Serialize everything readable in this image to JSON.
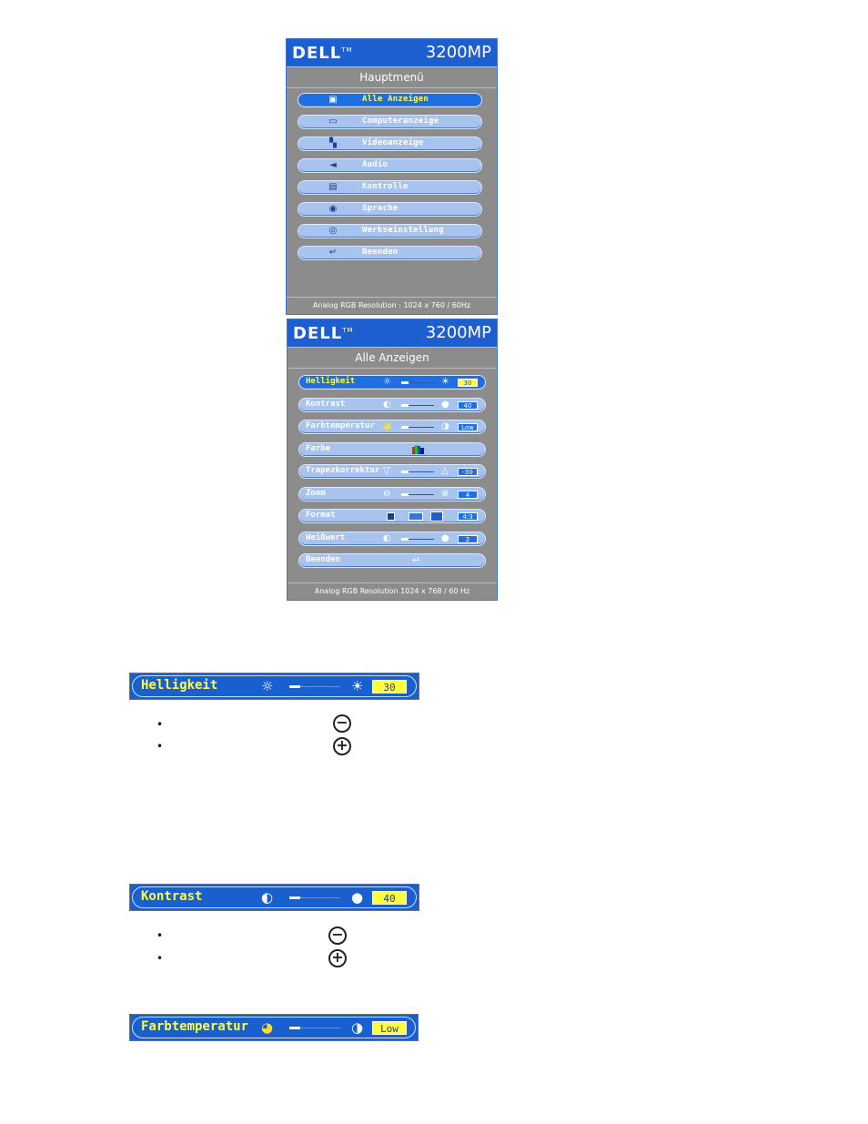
{
  "osd1": {
    "brand": "DELL",
    "brand_tm": "TM",
    "model": "3200MP",
    "title": "Hauptmenü",
    "footer": "Analog RGB Resolution : 1024 x 760 / 60Hz",
    "items": [
      {
        "label": "Alle Anzeigen",
        "icon": "display-icon",
        "glyph": "▣",
        "selected": true
      },
      {
        "label": "Computeranzeige",
        "icon": "computer-icon",
        "glyph": "▭"
      },
      {
        "label": "Videoanzeige",
        "icon": "video-icon",
        "glyph": "▚"
      },
      {
        "label": "Audio",
        "icon": "speaker-icon",
        "glyph": "◄"
      },
      {
        "label": "Kontrolle",
        "icon": "control-icon",
        "glyph": "▤"
      },
      {
        "label": "Sprache",
        "icon": "language-icon",
        "glyph": "◉"
      },
      {
        "label": "Werkseinstellung",
        "icon": "reset-icon",
        "glyph": "◎"
      },
      {
        "label": "Beenden",
        "icon": "exit-icon",
        "glyph": "↵"
      }
    ]
  },
  "osd2": {
    "brand": "DELL",
    "brand_tm": "TM",
    "model": "3200MP",
    "title": "Alle  Anzeigen",
    "footer": "Analog RGB Resolution 1024 x 768 / 60 Hz",
    "rows": [
      {
        "label": "Helligkeit",
        "value": "30",
        "icon_l": "☼",
        "icon_r": "☀",
        "selected": true
      },
      {
        "label": "Kontrast",
        "value": "40",
        "icon_l": "◐",
        "icon_r": "●"
      },
      {
        "label": "Farbtemperatur",
        "value": "Low",
        "icon_l": "◕",
        "icon_r": "◑"
      },
      {
        "label": "Farbe",
        "value": ""
      },
      {
        "label": "Trapezkorrektur",
        "value": "-30",
        "icon_l": "▽",
        "icon_r": "△"
      },
      {
        "label": "Zoom",
        "value": "4",
        "icon_l": "⊖",
        "icon_r": "⊕"
      },
      {
        "label": "Format",
        "value": "4:3"
      },
      {
        "label": "Weißwert",
        "value": "2",
        "icon_l": "◐",
        "icon_r": "●"
      },
      {
        "label": "Beenden",
        "value": ""
      }
    ]
  },
  "bars": [
    {
      "label": "Helligkeit",
      "value": "30",
      "icon_l": "☼",
      "icon_r": "☀"
    },
    {
      "label": "Kontrast",
      "value": "40",
      "icon_l": "◐",
      "icon_r": "●"
    },
    {
      "label": "Farbtemperatur",
      "value": "Low",
      "icon_l": "◕",
      "icon_r": "◑"
    }
  ],
  "symbols": {
    "minus": "−",
    "plus": "+",
    "bullet": "•"
  }
}
